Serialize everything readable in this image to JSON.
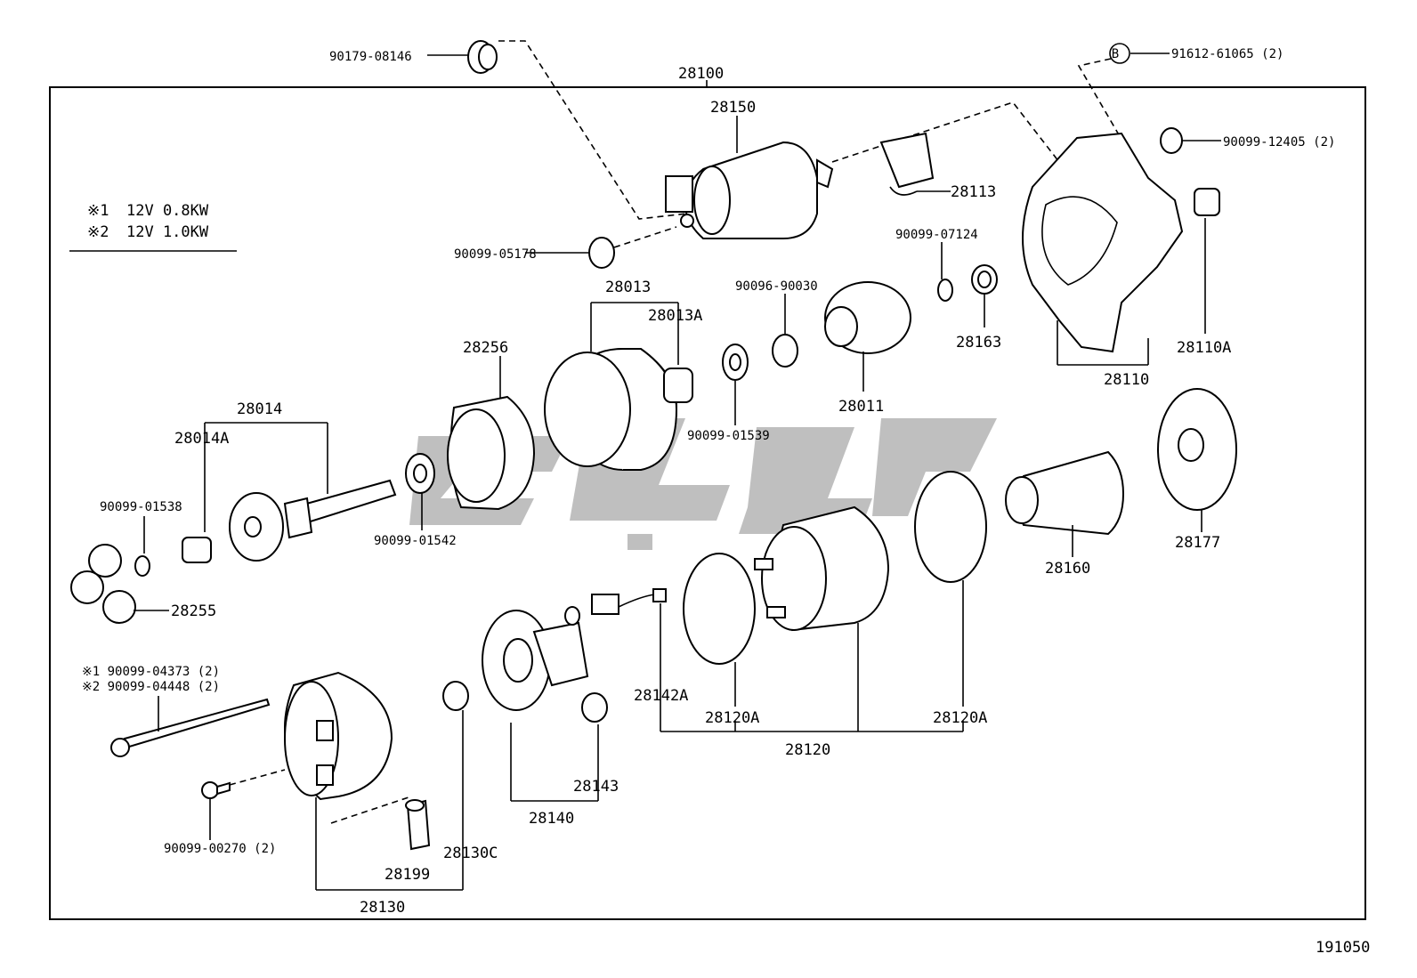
{
  "diagram_id": "191050",
  "specs": [
    {
      "mark": "※1",
      "text": "12V  0.8KW"
    },
    {
      "mark": "※2",
      "text": "12V  1.0KW"
    }
  ],
  "labels": {
    "p90179_08146": "90179-08146",
    "p28100": "28100",
    "p28150": "28150",
    "b_mark": "B",
    "p91612_61065": "91612-61065 (2)",
    "p90099_12405": "90099-12405 (2)",
    "p28113": "28113",
    "p90099_05178": "90099-05178",
    "p90099_07124": "90099-07124",
    "p28013": "28013",
    "p28013A": "28013A",
    "p90096_90030": "90096-90030",
    "p28163": "28163",
    "p28110A": "28110A",
    "p28256": "28256",
    "p28011": "28011",
    "p28110": "28110",
    "p28014": "28014",
    "p28014A": "28014A",
    "p90099_01539": "90099-01539",
    "p90099_01538": "90099-01538",
    "p90099_01542": "90099-01542",
    "p28177": "28177",
    "p28160": "28160",
    "p28255": "28255",
    "p90099_04373": "※1  90099-04373 (2)",
    "p90099_04448": "※2  90099-04448 (2)",
    "p28142A": "28142A",
    "p28120A_left": "28120A",
    "p28120A_right": "28120A",
    "p28143": "28143",
    "p28120": "28120",
    "p28140": "28140",
    "p90099_00270": "90099-00270 (2)",
    "p28199": "28199",
    "p28130C": "28130C",
    "p28130": "28130"
  }
}
